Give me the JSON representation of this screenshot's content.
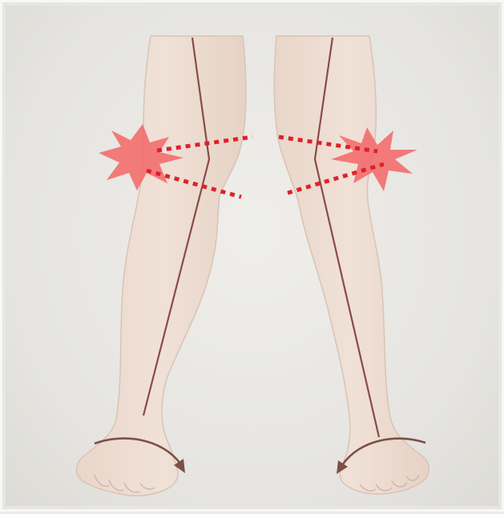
{
  "figure": {
    "background_color": "#e7e6e2",
    "skin_color": "#eddcd1",
    "outline_color": "#d9c3b5",
    "axis_line_color": "#8a4b45",
    "pain_color": "#f36a6a",
    "pain_dots_color": "#e0202a",
    "arrow_color": "#7d4f47",
    "legs": [
      {
        "name": "left-leg",
        "knee_pain": true,
        "foot_rotation": "outward"
      },
      {
        "name": "right-leg",
        "knee_pain": true,
        "foot_rotation": "outward"
      }
    ]
  }
}
